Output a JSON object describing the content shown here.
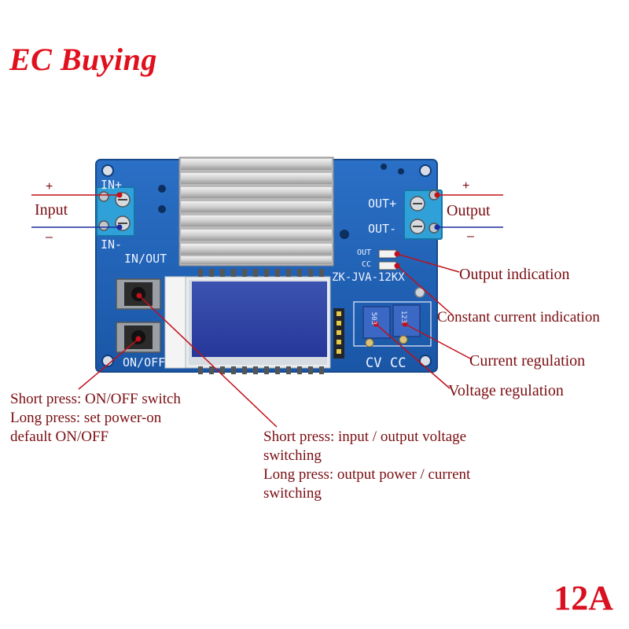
{
  "brand": {
    "logo_text": "EC Buying",
    "color": "#e0101c"
  },
  "rating_label": "12A",
  "board": {
    "silkscreen": {
      "in_plus": "IN+",
      "in_minus": "IN-",
      "in_out": "IN/OUT",
      "on_off": "ON/OFF",
      "out_plus": "OUT+",
      "out_minus": "OUT-",
      "led_out": "OUT",
      "led_cc": "CC",
      "model": "ZK-JVA-12KX",
      "cv": "CV",
      "cc": "CC",
      "pot_cv": "503",
      "pot_cc": "123"
    },
    "pcb_color": "#1f63b8"
  },
  "annotations": {
    "input": {
      "label": "Input",
      "plus": "+",
      "minus": "–"
    },
    "output": {
      "label": "Output",
      "plus": "+",
      "minus": "–"
    },
    "output_indication": "Output indication",
    "constant_current_indication": "Constant current indication",
    "current_regulation": "Current regulation",
    "voltage_regulation": "Voltage regulation",
    "on_off_button": {
      "line1": "Short press: ON/OFF switch",
      "line2": "Long press: set power-on",
      "line3": "default ON/OFF"
    },
    "in_out_button": {
      "line1": "Short press: input / output voltage",
      "line2": "switching",
      "line3": "Long press: output power / current",
      "line4": "switching"
    },
    "line_color": "#c0101a"
  }
}
